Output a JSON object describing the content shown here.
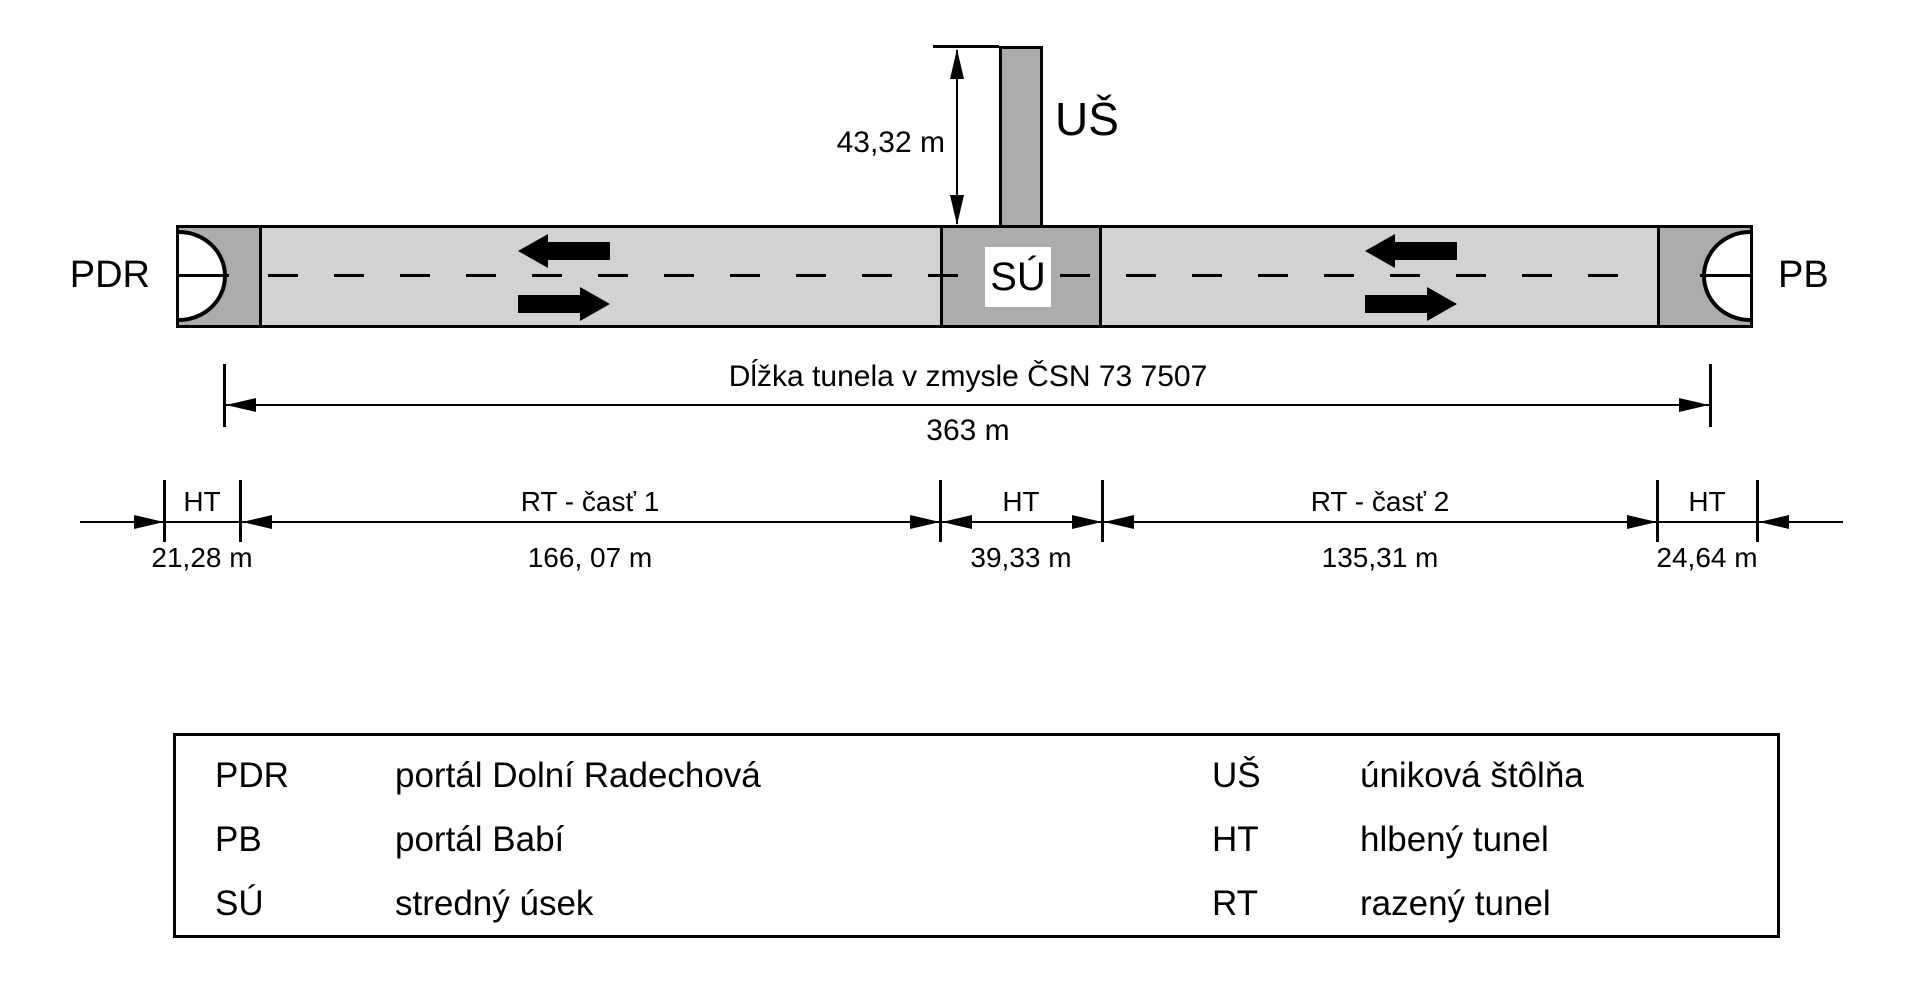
{
  "diagram": {
    "portal_left_label": "PDR",
    "portal_right_label": "PB",
    "mid_section_label": "SÚ",
    "shaft_label": "UŠ",
    "shaft_dimension": "43,32 m",
    "overall_dimension": {
      "title": "Dĺžka tunela v zmysle ČSN 73 7507",
      "value": "363 m"
    },
    "segments": [
      {
        "label": "HT",
        "value": "21,28 m"
      },
      {
        "label": "RT - časť 1",
        "value": "166, 07 m"
      },
      {
        "label": "HT",
        "value": "39,33 m"
      },
      {
        "label": "RT - časť 2",
        "value": "135,31 m"
      },
      {
        "label": "HT",
        "value": "24,64 m"
      }
    ]
  },
  "legend": {
    "left": [
      {
        "abbr": "PDR",
        "term": "portál Dolní Radechová"
      },
      {
        "abbr": "PB",
        "term": "portál Babí"
      },
      {
        "abbr": "SÚ",
        "term": "stredný úsek"
      }
    ],
    "right": [
      {
        "abbr": "UŠ",
        "term": "úniková štôlňa"
      },
      {
        "abbr": "HT",
        "term": "hlbený tunel"
      },
      {
        "abbr": "RT",
        "term": "razený tunel"
      }
    ]
  },
  "colors": {
    "tunnel_fill": "#d2d2d2",
    "portal_fill": "#acacac",
    "line": "#000000",
    "background": "#ffffff"
  }
}
